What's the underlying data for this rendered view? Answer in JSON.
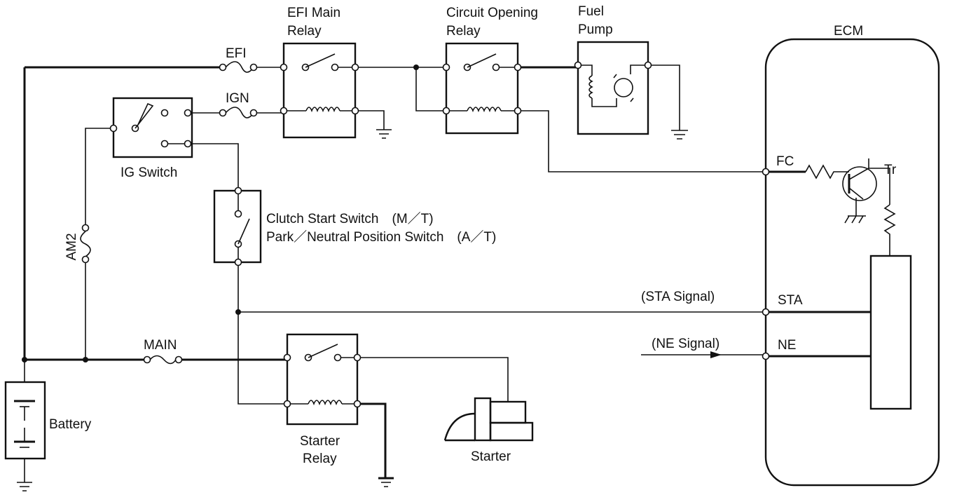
{
  "labels": {
    "efi_main_relay_line1": "EFI Main",
    "efi_main_relay_line2": "Relay",
    "circuit_opening_relay_line1": "Circuit Opening",
    "circuit_opening_relay_line2": "Relay",
    "fuel_pump_line1": "Fuel",
    "fuel_pump_line2": "Pump",
    "ecm": "ECM",
    "efi_fuse": "EFI",
    "ign_fuse": "IGN",
    "ig_switch": "IG Switch",
    "am2_fuse": "AM2",
    "clutch_switch_line1": "Clutch Start Switch　(M／T)",
    "clutch_switch_line2": "Park／Neutral Position Switch　(A／T)",
    "fc_terminal": "FC",
    "transistor": "Tr",
    "sta_signal": "(STA Signal)",
    "sta_terminal": "STA",
    "ne_signal": "(NE Signal)",
    "ne_terminal": "NE",
    "main_fuse": "MAIN",
    "battery": "Battery",
    "starter_relay_line1": "Starter",
    "starter_relay_line2": "Relay",
    "starter": "Starter"
  }
}
